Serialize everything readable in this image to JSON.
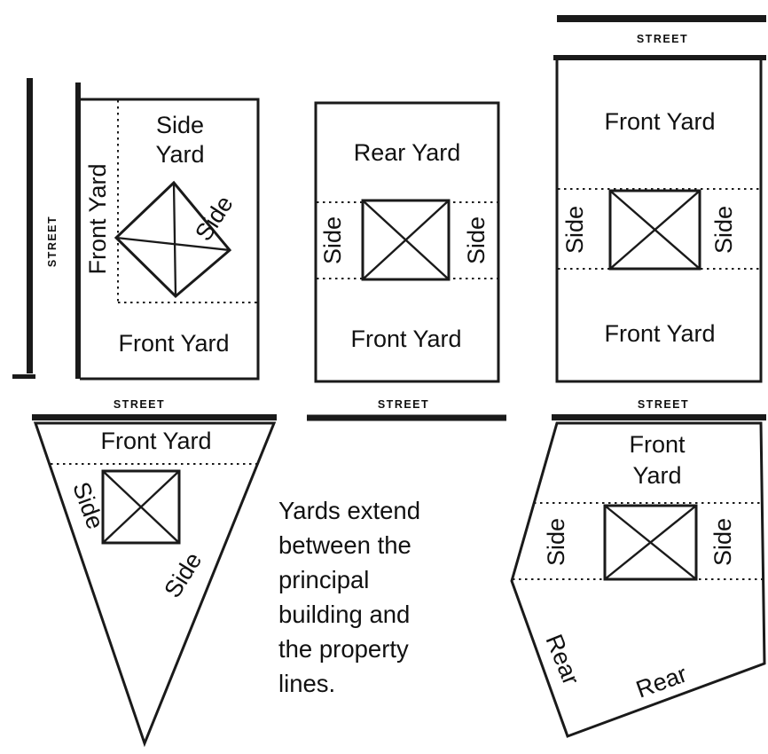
{
  "canvas": {
    "background": "#ffffff",
    "ink": "#1a1a1a"
  },
  "corner_lot": {
    "street_left_label": "STREET",
    "street_bottom_label": "STREET",
    "side_yard_line1": "Side",
    "side_yard_line2": "Yard",
    "front_yard_left_label": "Front Yard",
    "front_yard_bottom_label": "Front Yard",
    "side_label": "Side"
  },
  "interior_lot": {
    "rear_yard_label": "Rear Yard",
    "side_left_label": "Side",
    "side_right_label": "Side",
    "front_yard_label": "Front Yard",
    "street_bottom_label": "STREET"
  },
  "through_lot": {
    "street_top_label": "STREET",
    "front_yard_top_label": "Front Yard",
    "side_left_label": "Side",
    "side_right_label": "Side",
    "front_yard_bottom_label": "Front Yard",
    "street_bottom_label": "STREET"
  },
  "triangular_lot": {
    "front_yard_label": "Front Yard",
    "side_left_label": "Side",
    "side_right_label": "Side"
  },
  "irregular_lot": {
    "front_line": "Front",
    "yard_line": "Yard",
    "side_left_label": "Side",
    "side_right_label": "Side",
    "rear_left_label": "Rear",
    "rear_bottom_label": "Rear"
  },
  "caption": {
    "text": "Yards extend\nbetween the\nprincipal\nbuilding and\nthe property\nlines."
  }
}
